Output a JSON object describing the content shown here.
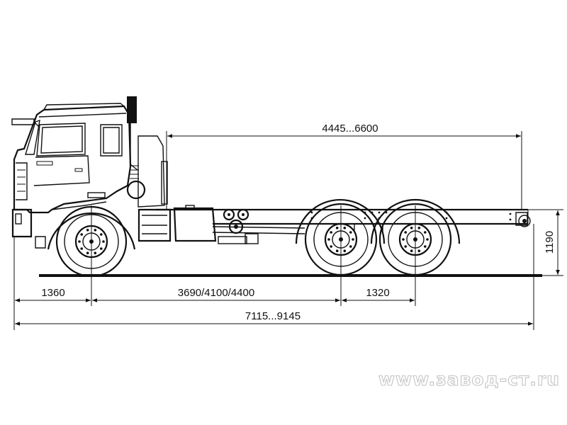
{
  "dimensions": {
    "frame_length": "4445...6600",
    "frame_height": "1190",
    "front_overhang": "1360",
    "wheelbase": "3690/4100/4400",
    "rear_axle_spacing": "1320",
    "overall_length": "7115...9145"
  },
  "watermark": "www.завод-ст.ru",
  "colors": {
    "line": "#111111",
    "background": "#ffffff",
    "watermark_outline": "#c4c4c4"
  }
}
